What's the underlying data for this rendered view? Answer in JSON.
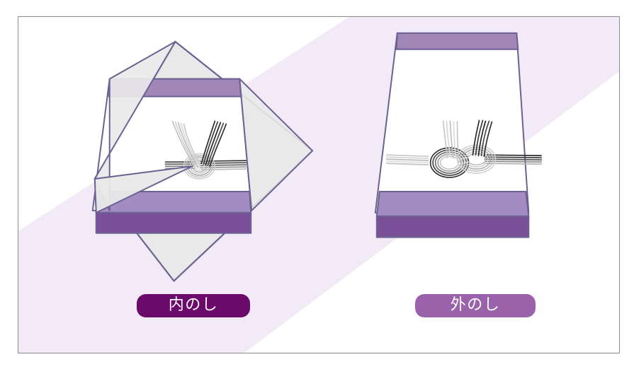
{
  "figure": {
    "title": "",
    "background_color": "#ffffff",
    "frame_border_color": "#8b8b91",
    "diagonal_band_color": "#f2ebf7",
    "colors": {
      "box_front_dark_purple": "#7a5099",
      "box_side_light_purple": "#a38cc2",
      "noshi_band_purple": "#a286b8",
      "wrapping_paper_gray": "#e9e9e9",
      "outline_purple": "#6b6292",
      "mizuhiki_black": "#2b2b2b",
      "mizuhiki_silver": "#c9c9c9",
      "badge_uchi_purple": "#6b0a6b",
      "badge_soto_purple": "#9b62ac",
      "badge_text": "#ffffff"
    }
  },
  "items": [
    {
      "id": "uchinoshi",
      "label": "内のし",
      "badge_color": "#6b0a6b",
      "description_parts": {
        "box": "purple-gift-box",
        "noshi": "noshi-paper-inside",
        "mizuhiki": "mizuhiki-knot",
        "wrapping": "outer-wrapping-paper"
      }
    },
    {
      "id": "sotonoshi",
      "label": "外のし",
      "badge_color": "#9b62ac",
      "description_parts": {
        "box": "purple-gift-box",
        "noshi": "noshi-paper-outside",
        "mizuhiki": "mizuhiki-knot",
        "wrapping": "none"
      }
    }
  ]
}
